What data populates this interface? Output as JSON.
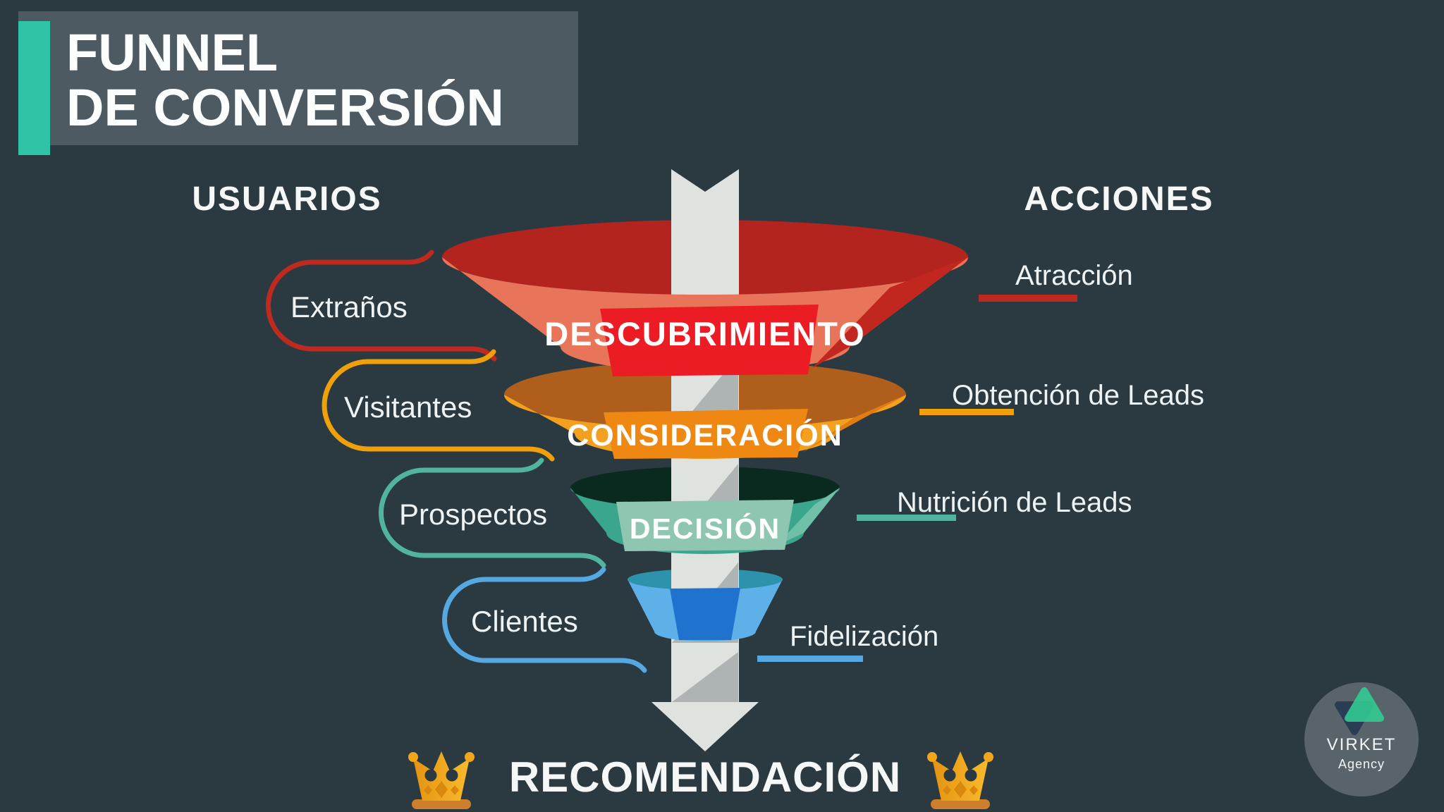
{
  "title": {
    "line1": "FUNNEL",
    "line2": "DE CONVERSIÓN"
  },
  "columns": {
    "users_heading": "USUARIOS",
    "actions_heading": "ACCIONES"
  },
  "funnel": {
    "stages": [
      {
        "label": "DESCUBRIMIENTO",
        "user": "Extraños",
        "action": "Atracción",
        "color": "#EC1C24"
      },
      {
        "label": "CONSIDERACIÓN",
        "user": "Visitantes",
        "action": "Obtención de Leads",
        "color": "#F2A01D"
      },
      {
        "label": "DECISIÓN",
        "user": "Prospectos",
        "action": "Nutrición de Leads",
        "color": "#3AA68B"
      },
      {
        "label": "",
        "user": "Clientes",
        "action": "Fidelización",
        "color": "#2E79D0"
      }
    ],
    "final_label": "RECOMENDACIÓN"
  },
  "logo": {
    "brand": "VIRKET",
    "sub": "Agency"
  },
  "colors": {
    "background": "#2A3A40",
    "title_box": "#4D5A61",
    "accent": "#2EC4A5",
    "arrow": "#DFE3E0",
    "crown": "#F2A71B"
  }
}
